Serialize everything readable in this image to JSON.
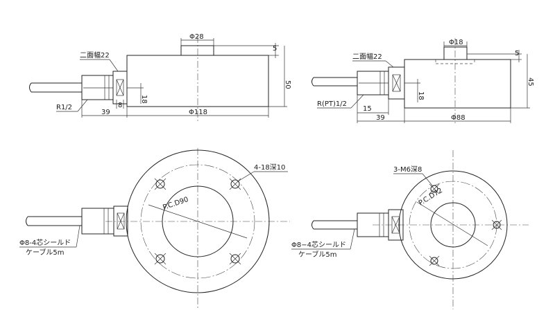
{
  "views": {
    "left_side": {
      "top_dia": "Φ28",
      "wrench": "二面幅22",
      "top_step": "5",
      "height": "50",
      "thread": "R1/2",
      "nut_w": "8",
      "port_h": "18",
      "port_len": "39",
      "body_dia": "Φ118"
    },
    "right_side": {
      "top_dia": "Φ18",
      "wrench": "二面幅22",
      "top_step": "5",
      "height": "45",
      "thread": "R(PT)1/2",
      "port_h": "18",
      "nut_len": "15",
      "port_len": "39",
      "body_dia": "Φ88"
    },
    "left_plan": {
      "holes": "4-18深10",
      "pcd": "P.C.D90",
      "cable_1": "Φ8-4芯シールド",
      "cable_2": "ケーブル5m"
    },
    "right_plan": {
      "holes": "3-M6深8",
      "pcd": "P.C.D72",
      "cable_1": "Φ8−4芯シールド",
      "cable_2": "ケーブル5m"
    }
  }
}
